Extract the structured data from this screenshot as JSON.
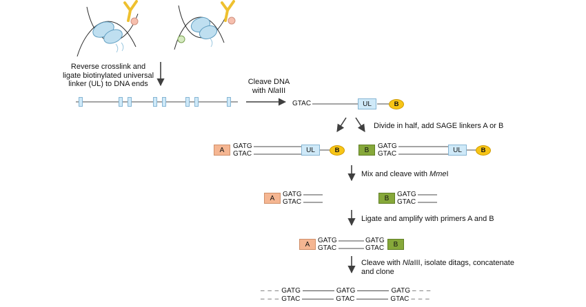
{
  "colors": {
    "linker_blue": "#cfe9f8",
    "salmon": "#f5b692",
    "sage_green": "#86a83a",
    "biotin_yellow": "#f7c517"
  },
  "step_reverse_crosslink": {
    "line1": "Reverse crosslink and",
    "line2": "ligate biotinylated universal",
    "line3": "linker (UL) to DNA ends"
  },
  "step_cleave_nlaiii": {
    "line1": "Cleave DNA",
    "line2_pre": "with ",
    "enzyme_italic": "Nla",
    "enzyme_suffix": "III"
  },
  "step_divide": {
    "label": "Divide in half, add SAGE linkers A or B"
  },
  "step_mix_mmei": {
    "pre": "Mix and cleave with ",
    "enzyme_italic": "Mme",
    "enzyme_suffix": "I"
  },
  "step_ligate": {
    "label": "Ligate and amplify with primers A and B"
  },
  "step_final": {
    "pre": "Cleave with ",
    "enzyme_italic": "Nla",
    "mid": "III, isolate ditags, concatenate",
    "line2": "and clone"
  },
  "elements": {
    "universal_linker": "UL",
    "biotin": "B",
    "linker_a": "A",
    "linker_b": "B",
    "overhang_top": "GATG",
    "overhang_bottom": "GTAC"
  },
  "concatemer": {
    "edge_dashes": "– – –",
    "top_unit": "GATG",
    "bottom_unit": "GTAC"
  }
}
